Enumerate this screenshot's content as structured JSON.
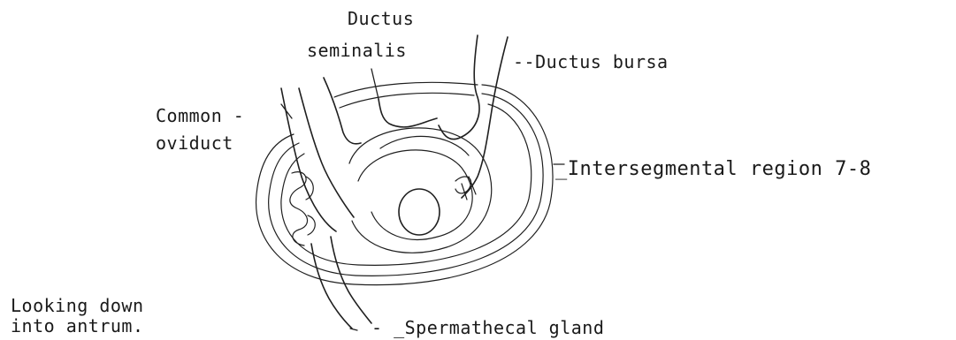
{
  "labels": {
    "ductus_seminalis_line1": "Ductus",
    "ductus_seminalis_line2": "seminalis",
    "ductus_bursa": "--Ductus bursa",
    "common_oviduct_line1": "Common -",
    "common_oviduct_line2": "oviduct",
    "intersegmental_region": "_Intersegmental region 7-8",
    "spermathecal_gland": "- _Spermathecal gland",
    "caption_line1": "Looking down",
    "caption_line2": "into antrum."
  }
}
